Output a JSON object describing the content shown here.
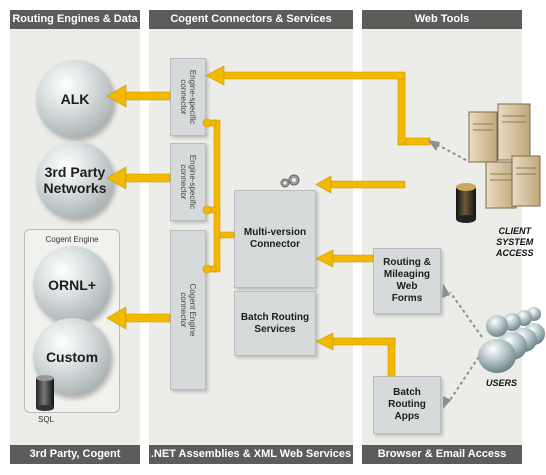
{
  "columns": {
    "left": {
      "header": "Routing Engines & Data",
      "footer": "3rd Party, Cogent"
    },
    "middle": {
      "header": "Cogent Connectors & Services",
      "footer": ".NET Assemblies & XML Web Services"
    },
    "right": {
      "header": "Web Tools",
      "footer": "Browser & Email Access"
    }
  },
  "engines": {
    "alk": "ALK",
    "third_party": "3rd Party\nNetworks",
    "group_label": "Cogent Engine",
    "ornl": "ORNL+",
    "custom": "Custom",
    "sql": "SQL"
  },
  "connectors": {
    "engine_specific_1": "Engine-specific\nconnector",
    "engine_specific_2": "Engine-specific\nconnector",
    "cogent_engine": "Cogent Engine\nconnector",
    "multi_version": "Multi-version\nConnector",
    "batch_services": "Batch Routing\nServices"
  },
  "web_tools": {
    "routing_forms": "Routing &\nMileaging\nWeb\nForms",
    "batch_apps": "Batch\nRouting\nApps"
  },
  "actors": {
    "client": "CLIENT\nSYSTEM\nACCESS",
    "users": "USERS"
  },
  "colors": {
    "arrow": "#f3b800",
    "arrow_edge": "#c99500",
    "header": "#5b5d5a",
    "panel": "#ecece8"
  }
}
